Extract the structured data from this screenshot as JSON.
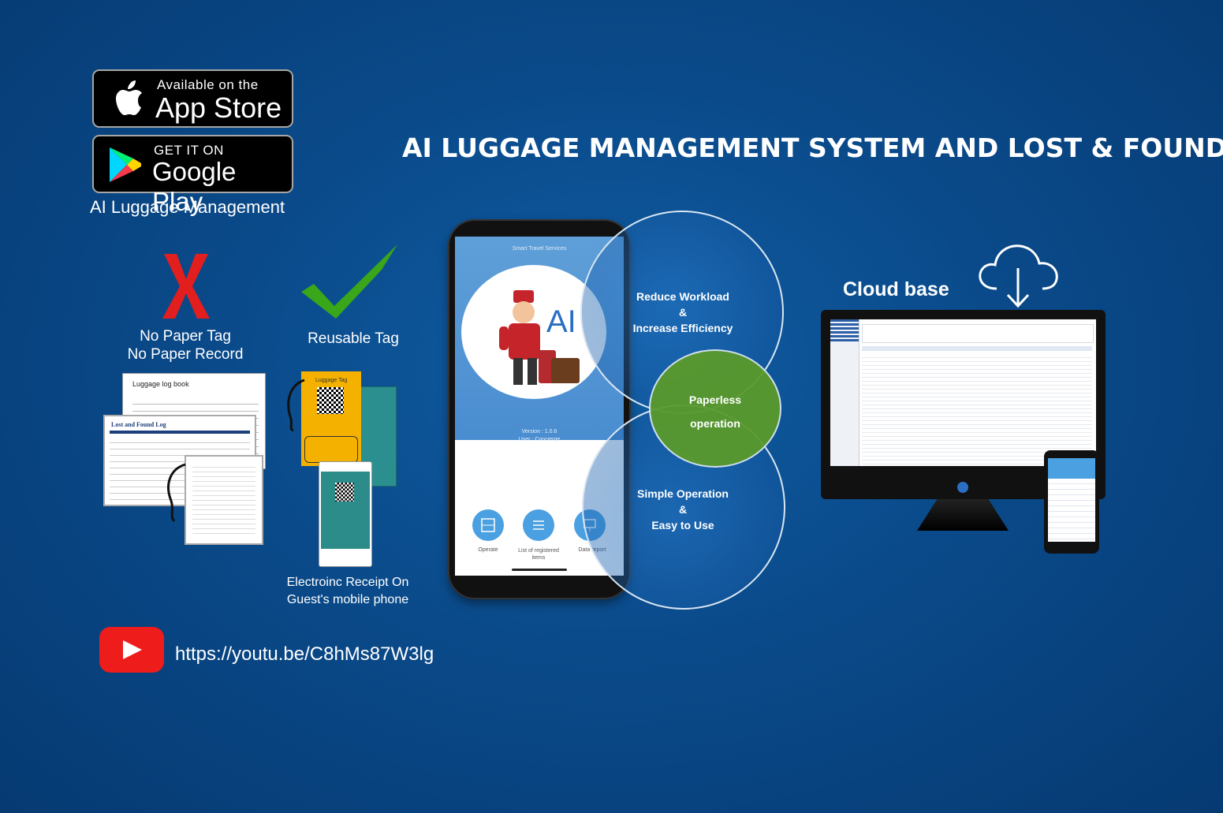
{
  "title": "AI LUGGAGE MANAGEMENT SYSTEM AND LOST & FOUND",
  "app_store": {
    "small": "Available on the",
    "big": "App Store"
  },
  "google_play": {
    "small": "GET IT ON",
    "big": "Google Play"
  },
  "app_name": "AI Luggage Management",
  "no_paper": {
    "line1": "No Paper Tag",
    "line2": "No Paper Record"
  },
  "reusable": "Reusable Tag",
  "luggage_log_book": "Luggage log book",
  "lost_found_log": "Lost and Found Log",
  "luggage_tag": "Luggage Tag",
  "receipt": {
    "line1": "Electroinc Receipt On",
    "line2": "Guest's mobile phone"
  },
  "youtube_url": "https://youtu.be/C8hMs87W3lg",
  "phone": {
    "header": "Smart Travel Services",
    "logo_text": "AI",
    "version": "Version : 1.0.6",
    "user": "User : Concierge",
    "buttons": [
      "Operate",
      "List of registered items",
      "Data report"
    ]
  },
  "venn": {
    "top": {
      "line1": "Reduce Workload",
      "line2": "&",
      "line3": "Increase Efficiency"
    },
    "middle": {
      "line1": "Paperless",
      "line2": "operation"
    },
    "bottom": {
      "line1": "Simple Operation",
      "line2": "&",
      "line3": "Easy to Use"
    }
  },
  "cloud_base": "Cloud base",
  "colors": {
    "accent": "#ffffff",
    "check": "#3aa61a",
    "cross": "#e31e1e",
    "youtube": "#ee1c1b",
    "green_circle": "#5a9a2c"
  }
}
